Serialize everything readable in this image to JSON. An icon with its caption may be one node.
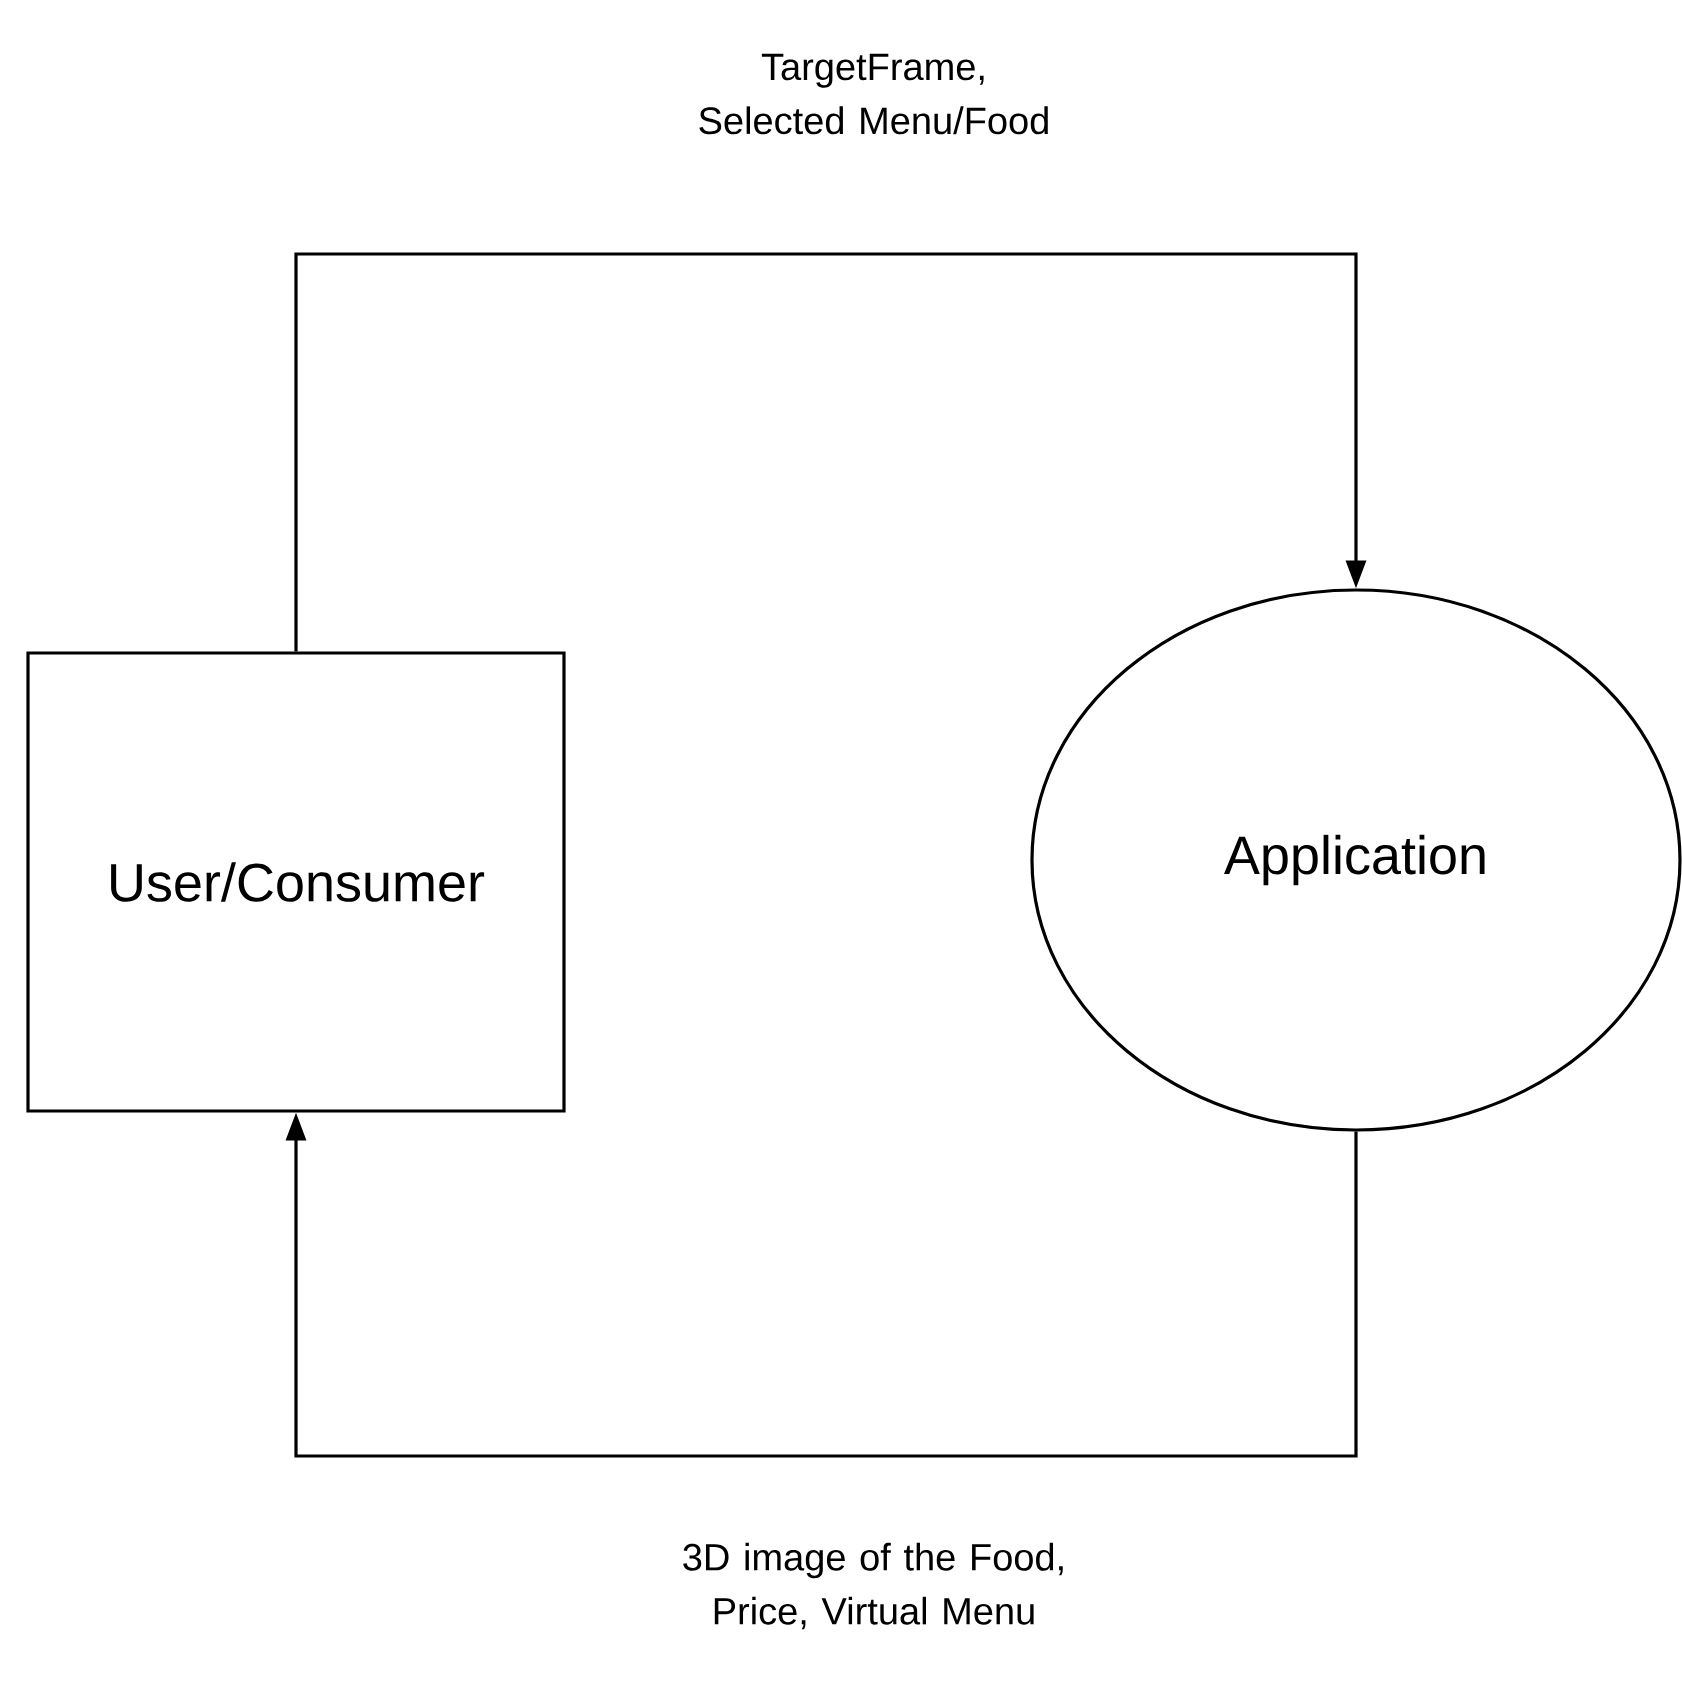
{
  "diagram": {
    "nodes": [
      {
        "text": [
          "User/Consumer"
        ]
      },
      {
        "text": [
          "Application"
        ]
      }
    ],
    "edges": [
      {
        "from": 0,
        "to": 1,
        "arrow": "to",
        "label": "TargetFrame, Selected Menu/Food"
      },
      {
        "from": 1,
        "to": 0,
        "arrow": "to",
        "label": "3D image of the Food, Price, Virtual Menu"
      }
    ]
  }
}
